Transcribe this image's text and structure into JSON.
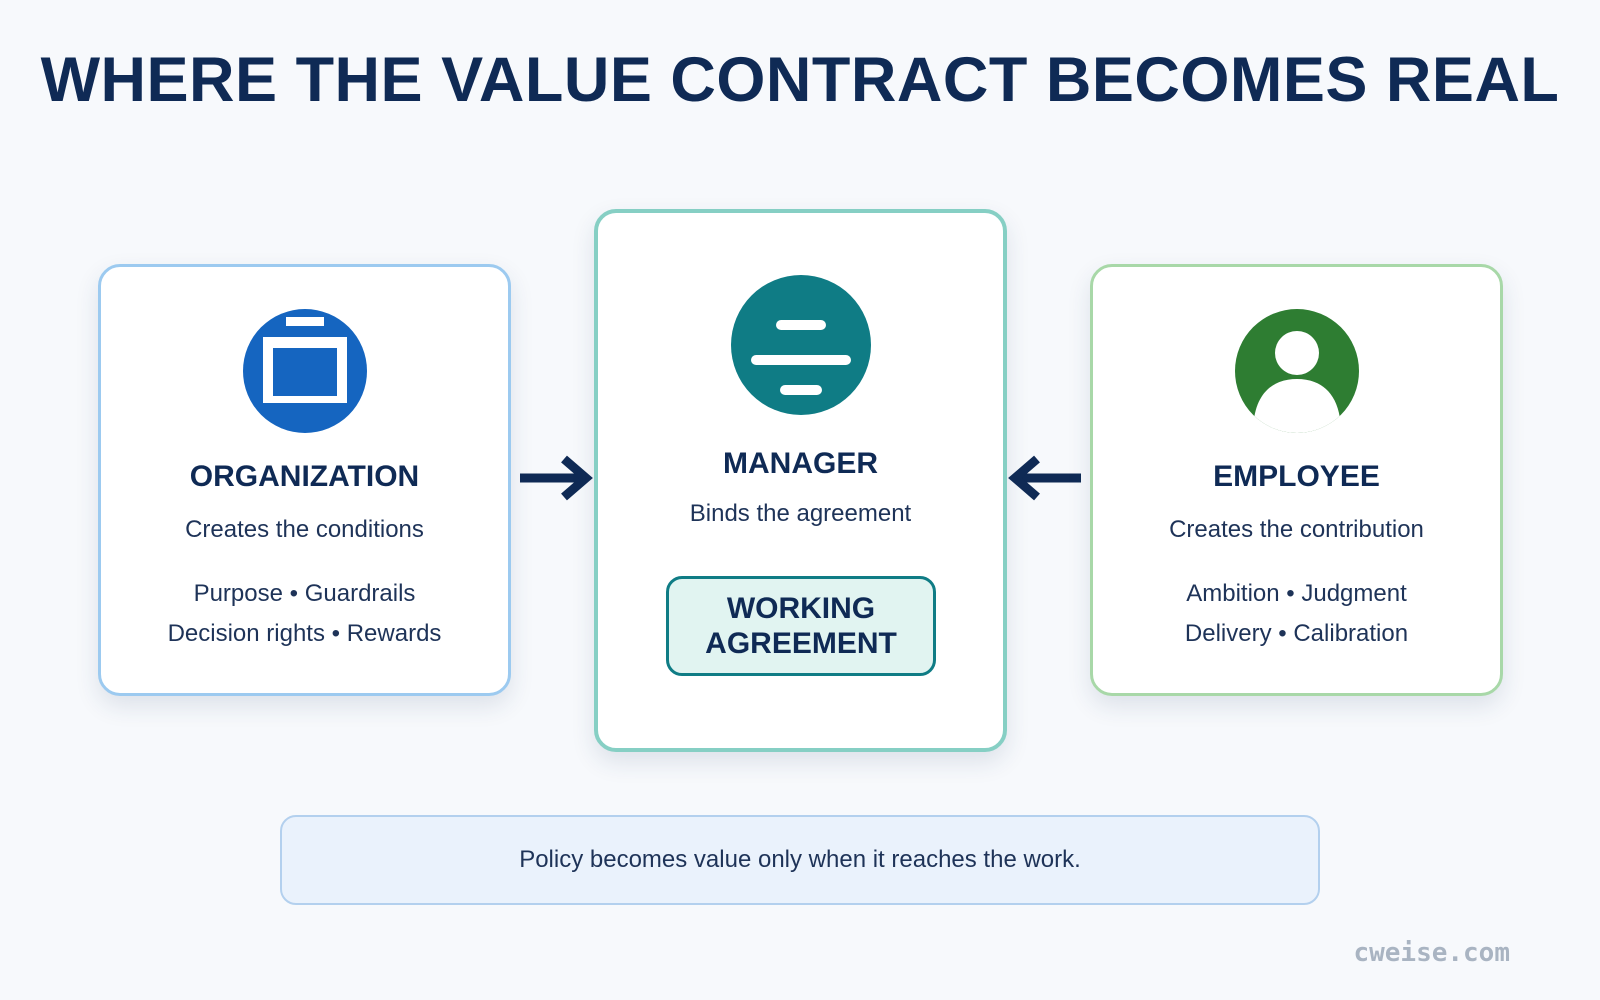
{
  "title": "WHERE THE VALUE CONTRACT BECOMES REAL",
  "colors": {
    "navy": "#0f2a55",
    "organization": "#1565c0",
    "manager": "#0f7c85",
    "employee": "#2e7d32"
  },
  "cards": {
    "organization": {
      "icon": "building-window-icon",
      "heading": "ORGANIZATION",
      "subtitle": "Creates the conditions",
      "line1": "Purpose • Guardrails",
      "line2": "Decision rights • Rewards"
    },
    "manager": {
      "icon": "lines-icon",
      "heading": "MANAGER",
      "subtitle": "Binds the agreement",
      "agreement_line1": "WORKING",
      "agreement_line2": "AGREEMENT"
    },
    "employee": {
      "icon": "person-icon",
      "heading": "EMPLOYEE",
      "subtitle": "Creates the contribution",
      "line1": "Ambition • Judgment",
      "line2": "Delivery • Calibration"
    }
  },
  "callout": "Policy becomes value only when it reaches the work.",
  "watermark": "cweise.com"
}
